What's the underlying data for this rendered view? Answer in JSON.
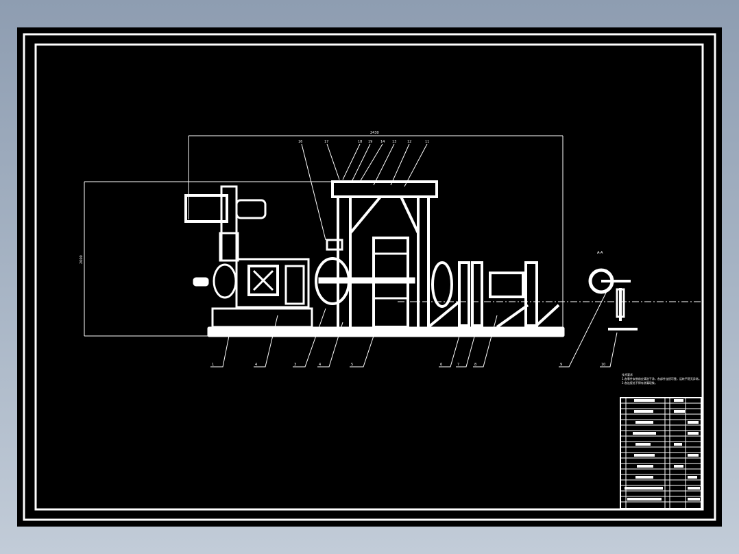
{
  "drawing": {
    "dimension_top": "2430",
    "dimension_left": "2000",
    "part_balloons_top": [
      "16",
      "17",
      "18",
      "19",
      "14",
      "13",
      "12",
      "11"
    ],
    "part_balloons_bottom": [
      "1",
      "4",
      "3",
      "4",
      "5",
      "6",
      "7",
      "8",
      "9",
      "10"
    ],
    "side_view_label": "A-A"
  },
  "notes": {
    "heading": "技术要求",
    "lines": [
      "1.各零件安装前应清洗干净，各部件连接可靠，运转平稳无异常。",
      "2.各连接处不得有渗漏现象。"
    ]
  },
  "colors": {
    "background": "#000000",
    "linework": "#ffffff",
    "window_gradient_top": "#8e9db1",
    "window_gradient_bottom": "#c2ccd8"
  }
}
